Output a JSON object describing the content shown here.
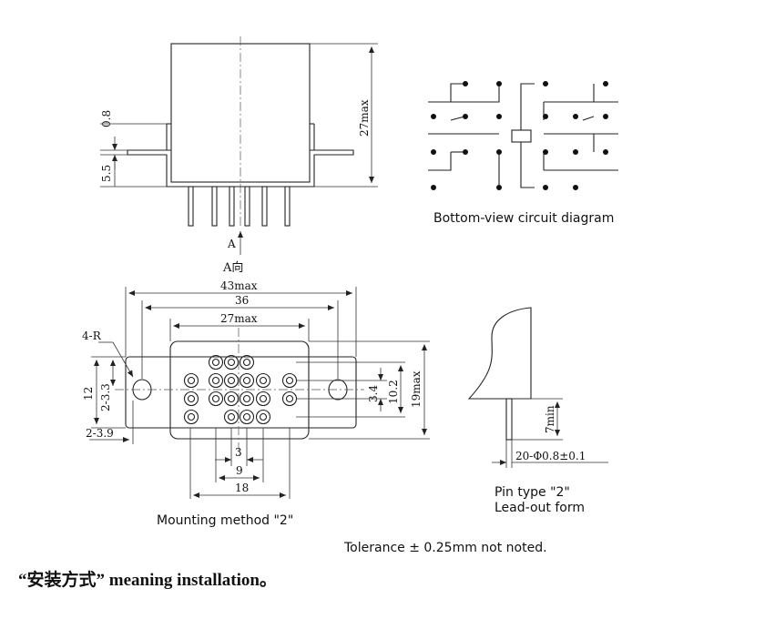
{
  "side_view": {
    "dim_lead_thickness": "0.8",
    "dim_flange_height": "5.5",
    "dim_height": "27max",
    "view_arrow": "A",
    "view_label": "A向"
  },
  "circuit": {
    "caption": "Bottom-view circuit diagram"
  },
  "bottom_view": {
    "dim_overall_width": "43max",
    "dim_hole_spacing": "36",
    "dim_body_width": "27max",
    "dim_radius": "4-R",
    "dim_flange_h": "12",
    "dim_hole_offset_v": "2-3.3",
    "dim_hole_offset_h": "2-3.9",
    "dim_row_3": "3.4",
    "dim_row_102": "10.2",
    "dim_depth": "19max",
    "dim_pitch_3": "3",
    "dim_pitch_9": "9",
    "dim_pitch_18": "18",
    "caption": "Mounting method \"2\""
  },
  "pin_view": {
    "dim_pin_length": "7min",
    "dim_pin_spec": "20-Φ0.8±0.1",
    "caption_line1": "Pin type \"2\"",
    "caption_line2": "Lead-out form"
  },
  "tolerance_note": "Tolerance ± 0.25mm not noted.",
  "install_note": "“安装方式” meaning installation。"
}
